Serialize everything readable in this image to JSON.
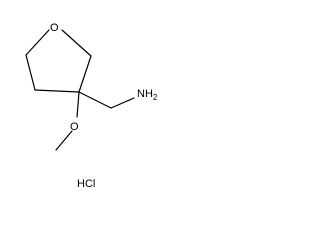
{
  "molecule": {
    "atoms": {
      "ring_oxygen": "O",
      "methoxy_oxygen": "O",
      "amine": "NH",
      "amine_subscript": "2"
    },
    "salt": "HCl"
  },
  "colors": {
    "ink": "#000000",
    "background": "#ffffff"
  }
}
